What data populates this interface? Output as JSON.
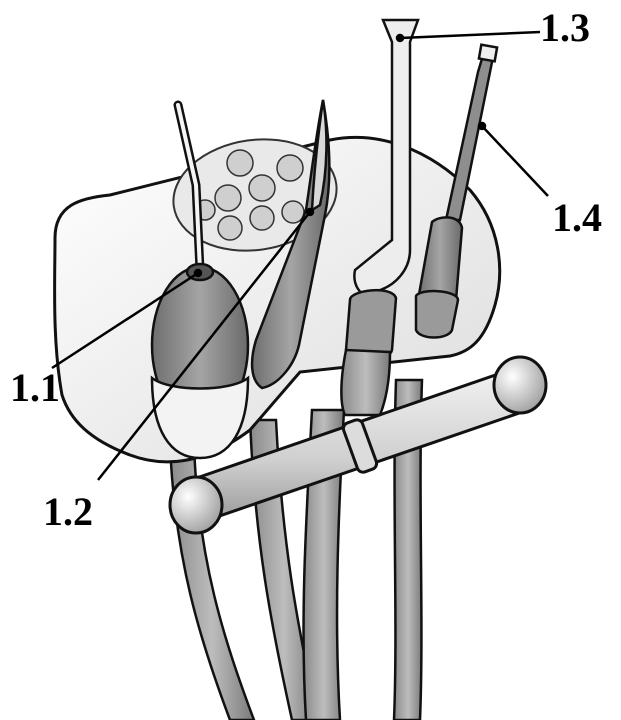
{
  "callouts": {
    "c11": "1.1",
    "c12": "1.2",
    "c13": "1.3",
    "c14": "1.4"
  },
  "colors": {
    "body_white": "#f4f4f4",
    "outline": "#111111",
    "hose": "#a9a9a9",
    "hose_dark": "#7c7c7c",
    "handpiece": "#8f8f8f",
    "light": "#e6e6e6",
    "buttons": "#c9c9c9"
  }
}
